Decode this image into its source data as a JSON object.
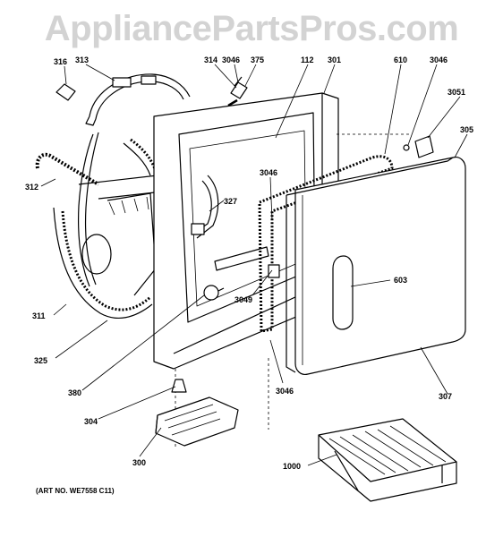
{
  "watermark": "AppliancePartsPros.com",
  "art_number": "(ART NO. WE7558 C11)",
  "part_labels": {
    "p316": "316",
    "p313": "313",
    "p314": "314",
    "p3046a": "3046",
    "p375": "375",
    "p112": "112",
    "p301": "301",
    "p610": "610",
    "p3046b": "3046",
    "p3051": "3051",
    "p305": "305",
    "p312": "312",
    "p3046c": "3046",
    "p327": "327",
    "p603": "603",
    "p3049": "3049",
    "p311": "311",
    "p325": "325",
    "p380": "380",
    "p3046d": "3046",
    "p307": "307",
    "p304": "304",
    "p300": "300",
    "p1000": "1000"
  }
}
